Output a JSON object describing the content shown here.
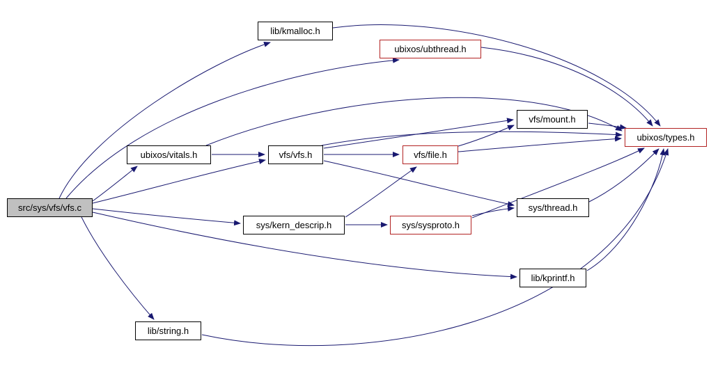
{
  "diagram": {
    "title": "include dependency graph",
    "root": "src/sys/vfs/vfs.c",
    "colors": {
      "edge": "#191970",
      "node_border": "#000000",
      "flagged_node_border": "#b22222",
      "node_fill": "#ffffff",
      "root_node_fill": "#c0c0c0",
      "background": "#ffffff"
    },
    "nodes": {
      "vfs_c": {
        "label": "src/sys/vfs/vfs.c",
        "style": "root"
      },
      "kmalloc": {
        "label": "lib/kmalloc.h",
        "style": "normal"
      },
      "ubthread": {
        "label": "ubixos/ubthread.h",
        "style": "flagged"
      },
      "mount": {
        "label": "vfs/mount.h",
        "style": "normal"
      },
      "types": {
        "label": "ubixos/types.h",
        "style": "flagged"
      },
      "vitals": {
        "label": "ubixos/vitals.h",
        "style": "normal"
      },
      "vfs_h": {
        "label": "vfs/vfs.h",
        "style": "normal"
      },
      "file": {
        "label": "vfs/file.h",
        "style": "flagged"
      },
      "thread": {
        "label": "sys/thread.h",
        "style": "normal"
      },
      "kern_descrip": {
        "label": "sys/kern_descrip.h",
        "style": "normal"
      },
      "sysproto": {
        "label": "sys/sysproto.h",
        "style": "flagged"
      },
      "kprintf": {
        "label": "lib/kprintf.h",
        "style": "normal"
      },
      "string": {
        "label": "lib/string.h",
        "style": "normal"
      }
    },
    "edges": [
      {
        "from": "src/sys/vfs/vfs.c",
        "to": "lib/kmalloc.h"
      },
      {
        "from": "src/sys/vfs/vfs.c",
        "to": "ubixos/ubthread.h"
      },
      {
        "from": "src/sys/vfs/vfs.c",
        "to": "ubixos/vitals.h"
      },
      {
        "from": "src/sys/vfs/vfs.c",
        "to": "vfs/vfs.h"
      },
      {
        "from": "src/sys/vfs/vfs.c",
        "to": "sys/kern_descrip.h"
      },
      {
        "from": "src/sys/vfs/vfs.c",
        "to": "lib/kprintf.h"
      },
      {
        "from": "src/sys/vfs/vfs.c",
        "to": "lib/string.h"
      },
      {
        "from": "lib/kmalloc.h",
        "to": "ubixos/types.h"
      },
      {
        "from": "ubixos/ubthread.h",
        "to": "ubixos/types.h"
      },
      {
        "from": "ubixos/vitals.h",
        "to": "vfs/vfs.h"
      },
      {
        "from": "ubixos/vitals.h",
        "to": "ubixos/types.h"
      },
      {
        "from": "vfs/vfs.h",
        "to": "vfs/mount.h"
      },
      {
        "from": "vfs/vfs.h",
        "to": "vfs/file.h"
      },
      {
        "from": "vfs/vfs.h",
        "to": "ubixos/types.h"
      },
      {
        "from": "vfs/vfs.h",
        "to": "sys/thread.h"
      },
      {
        "from": "vfs/file.h",
        "to": "vfs/mount.h"
      },
      {
        "from": "vfs/file.h",
        "to": "ubixos/types.h"
      },
      {
        "from": "vfs/mount.h",
        "to": "ubixos/types.h"
      },
      {
        "from": "sys/kern_descrip.h",
        "to": "sys/sysproto.h"
      },
      {
        "from": "sys/kern_descrip.h",
        "to": "vfs/file.h"
      },
      {
        "from": "sys/sysproto.h",
        "to": "ubixos/types.h"
      },
      {
        "from": "sys/sysproto.h",
        "to": "sys/thread.h"
      },
      {
        "from": "sys/thread.h",
        "to": "ubixos/types.h"
      },
      {
        "from": "lib/kprintf.h",
        "to": "ubixos/types.h"
      },
      {
        "from": "lib/string.h",
        "to": "ubixos/types.h"
      }
    ]
  }
}
